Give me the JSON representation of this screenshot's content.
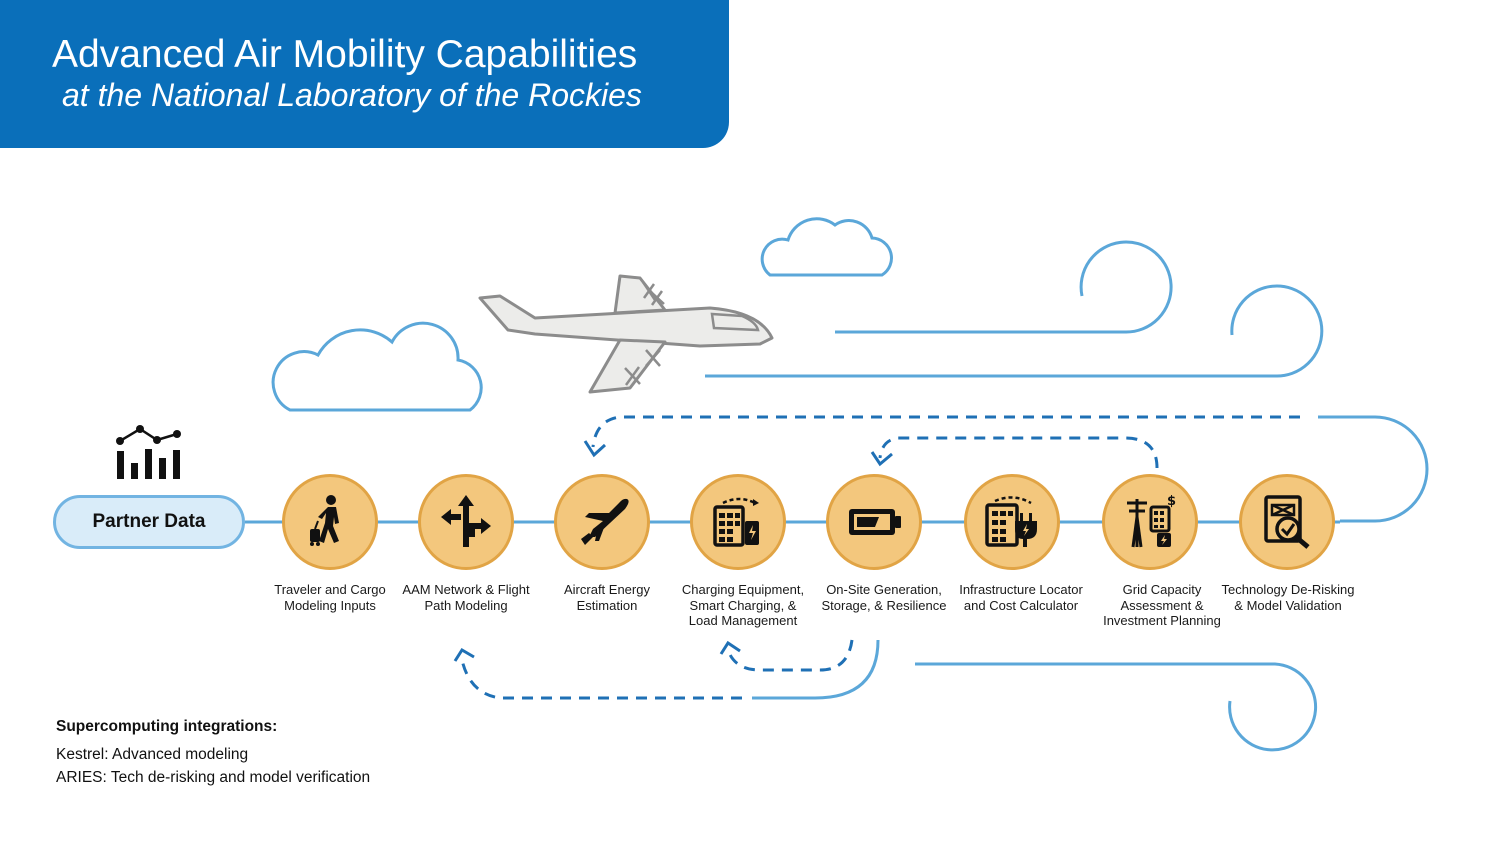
{
  "header": {
    "title": "Advanced Air Mobility Capabilities",
    "subtitle": "at the National Laboratory of the Rockies"
  },
  "partner": {
    "label": "Partner Data",
    "icon": "chart-icon"
  },
  "steps": [
    {
      "lines": [
        "Traveler and Cargo",
        "Modeling Inputs"
      ],
      "icon": "traveler-icon"
    },
    {
      "lines": [
        "AAM Network & Flight",
        "Path Modeling"
      ],
      "icon": "route-arrows-icon"
    },
    {
      "lines": [
        "Aircraft Energy",
        "Estimation"
      ],
      "icon": "aircraft-icon"
    },
    {
      "lines": [
        "Charging Equipment,",
        "Smart Charging, &",
        "Load Management"
      ],
      "icon": "charging-station-icon"
    },
    {
      "lines": [
        "On-Site Generation,",
        "Storage, & Resilience"
      ],
      "icon": "battery-icon"
    },
    {
      "lines": [
        "Infrastructure Locator",
        "and Cost Calculator"
      ],
      "icon": "calculator-plug-icon"
    },
    {
      "lines": [
        "Grid Capacity",
        "Assessment &",
        "Investment Planning"
      ],
      "icon": "grid-tower-icon"
    },
    {
      "lines": [
        "Technology De-Risking",
        "& Model Validation"
      ],
      "icon": "validation-document-icon"
    }
  ],
  "supercomputing": {
    "heading": "Supercomputing integrations:",
    "items": [
      "Kestrel: Advanced modeling",
      "ARIES: Tech de-risking and model verification"
    ]
  },
  "colors": {
    "banner": "#0a6fba",
    "line": "#5ba7d9",
    "dashed": "#1f70b5",
    "node_fill": "#f3c77d",
    "node_border": "#e1a445",
    "partner_fill": "#d9ecf9"
  }
}
